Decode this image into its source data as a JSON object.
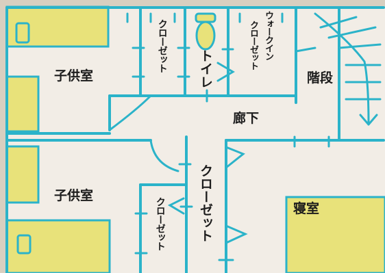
{
  "rooms": {
    "kids_room_upper": "子供室",
    "kids_room_lower": "子供室",
    "closet_upper": "クローゼット",
    "toilet": "トイレ",
    "walk_in_closet_line1": "ウォークイン",
    "walk_in_closet_line2": "クローゼット",
    "stairs": "階段",
    "hallway": "廊下",
    "closet_center": "クローゼット",
    "closet_lower_left": "クローゼット",
    "bedroom": "寝室"
  },
  "colors": {
    "wall": "#2bb3c9",
    "furniture": "#e8e27a",
    "floor": "#efe9e0",
    "frame": "#d8cfc0",
    "text": "#1c1c1c"
  }
}
